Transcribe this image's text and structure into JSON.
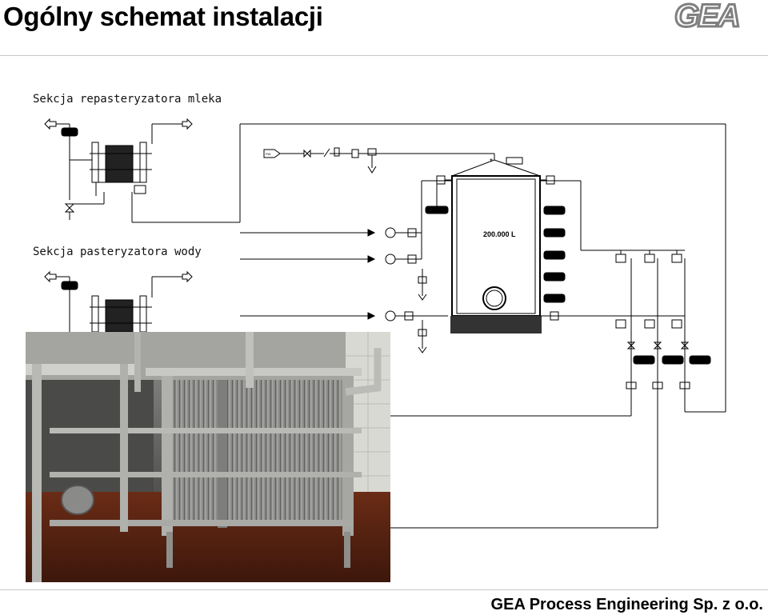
{
  "header": {
    "title": "Ogólny schemat instalacji",
    "logo_text": "GEA"
  },
  "diagram": {
    "section_remilk": "Sekcja repasteryzatora mleka",
    "section_water": "Sekcja pasteryzatora wody",
    "tank_volume": "200.000 L",
    "inlet_label": "PW"
  },
  "footer": {
    "company": "GEA Process Engineering Sp. z o.o."
  },
  "colors": {
    "logo_gray": "#7f7f7f",
    "floor": "#5a2312",
    "steel": "#9a9a9a"
  }
}
